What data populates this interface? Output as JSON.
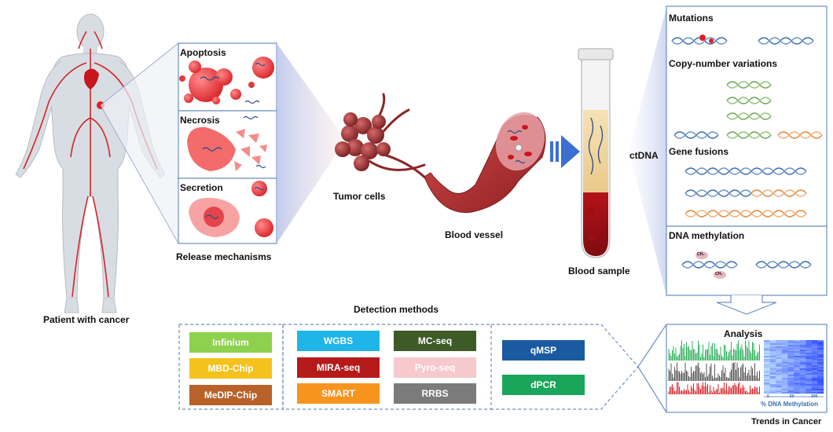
{
  "labels": {
    "patient": "Patient with cancer",
    "release": "Release mechanisms",
    "apoptosis": "Apoptosis",
    "necrosis": "Necrosis",
    "secretion": "Secretion",
    "tumor": "Tumor cells",
    "vessel": "Blood vessel",
    "sample": "Blood sample",
    "ctdna": "ctDNA",
    "mutations": "Mutations",
    "cnv": "Copy-number variations",
    "fusions": "Gene fusions",
    "methylation": "DNA methylation",
    "detection": "Detection methods",
    "analysis": "Analysis",
    "methylation_axis": "% DNA Methylation",
    "ch3": "CH₃",
    "journal": "Trends in Cancer"
  },
  "methods": {
    "group1": [
      {
        "label": "Infinium",
        "color": "#8dd14f"
      },
      {
        "label": "MBD-Chip",
        "color": "#f5c11d"
      },
      {
        "label": "MeDIP-Chip",
        "color": "#b8622a"
      }
    ],
    "group2": [
      {
        "label": "WGBS",
        "color": "#1fb5e8"
      },
      {
        "label": "MC-seq",
        "color": "#3d5a27"
      },
      {
        "label": "MIRA-seq",
        "color": "#b51a1a"
      },
      {
        "label": "Pyro-seq",
        "color": "#f6c9cc"
      },
      {
        "label": "SMART",
        "color": "#f7941d"
      },
      {
        "label": "RRBS",
        "color": "#7b7b7b"
      }
    ],
    "group3": [
      {
        "label": "qMSP",
        "color": "#1a5aa0"
      },
      {
        "label": "dPCR",
        "color": "#1aa65a"
      }
    ]
  },
  "ticks": [
    "0",
    "50",
    "100"
  ],
  "colors": {
    "blood": "#c8161d",
    "tumor": "#9c2a2a",
    "panel_border": "#6b8fbf",
    "dna_blue": "#3a6fb0",
    "dna_green": "#6aa84f",
    "dna_orange": "#e0883a",
    "arrow": "#3b6fd0"
  }
}
